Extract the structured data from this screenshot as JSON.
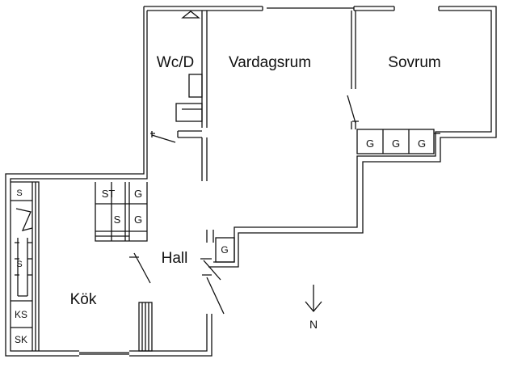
{
  "plan": {
    "rooms": {
      "wc": "Wc/D",
      "vardagsrum": "Vardagsrum",
      "sovrum": "Sovrum",
      "hall": "Hall",
      "kok": "Kök"
    },
    "fixtures": {
      "st": "ST",
      "g": "G",
      "s": "S",
      "ks": "KS",
      "sk": "SK"
    },
    "compass": "N",
    "colors": {
      "wall": "#111111",
      "background": "#ffffff"
    }
  }
}
